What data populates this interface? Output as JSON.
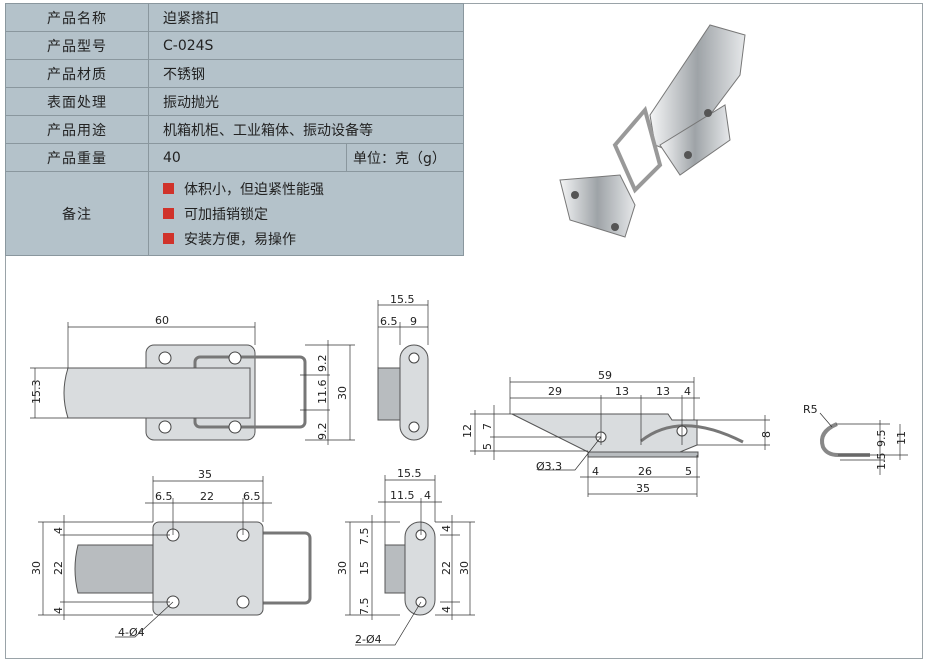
{
  "spec": {
    "rows": [
      {
        "label": "产品名称",
        "value": "迫紧搭扣"
      },
      {
        "label": "产品型号",
        "value": "C-024S"
      },
      {
        "label": "产品材质",
        "value": "不锈钢"
      },
      {
        "label": "表面处理",
        "value": "振动抛光"
      },
      {
        "label": "产品用途",
        "value": "机箱机柜、工业箱体、振动设备等"
      }
    ],
    "weight": {
      "label": "产品重量",
      "value": "40",
      "unit": "单位：克（g）"
    },
    "notes": {
      "label": "备注",
      "items": [
        "体积小，但迫紧性能强",
        "可加插销锁定",
        "安装方便，易操作"
      ]
    },
    "bullet_color": "#d0322a"
  },
  "dims": {
    "front": [
      "60",
      "15.3",
      "9.2",
      "11.6",
      "9.2",
      "30"
    ],
    "side1": [
      "15.5",
      "6.5",
      "9"
    ],
    "bottom": [
      "35",
      "6.5",
      "22",
      "6.5",
      "30",
      "4",
      "22",
      "4",
      "4-Ø4"
    ],
    "side2": [
      "15.5",
      "11.5",
      "4",
      "30",
      "7.5",
      "15",
      "7.5",
      "4",
      "22",
      "4",
      "30",
      "2-Ø4"
    ],
    "profile": [
      "59",
      "29",
      "13",
      "13",
      "4",
      "12",
      "7",
      "5",
      "8",
      "Ø3.3",
      "4",
      "26",
      "5",
      "35"
    ],
    "hook": [
      "R5",
      "9.5",
      "1.5",
      "11"
    ]
  }
}
